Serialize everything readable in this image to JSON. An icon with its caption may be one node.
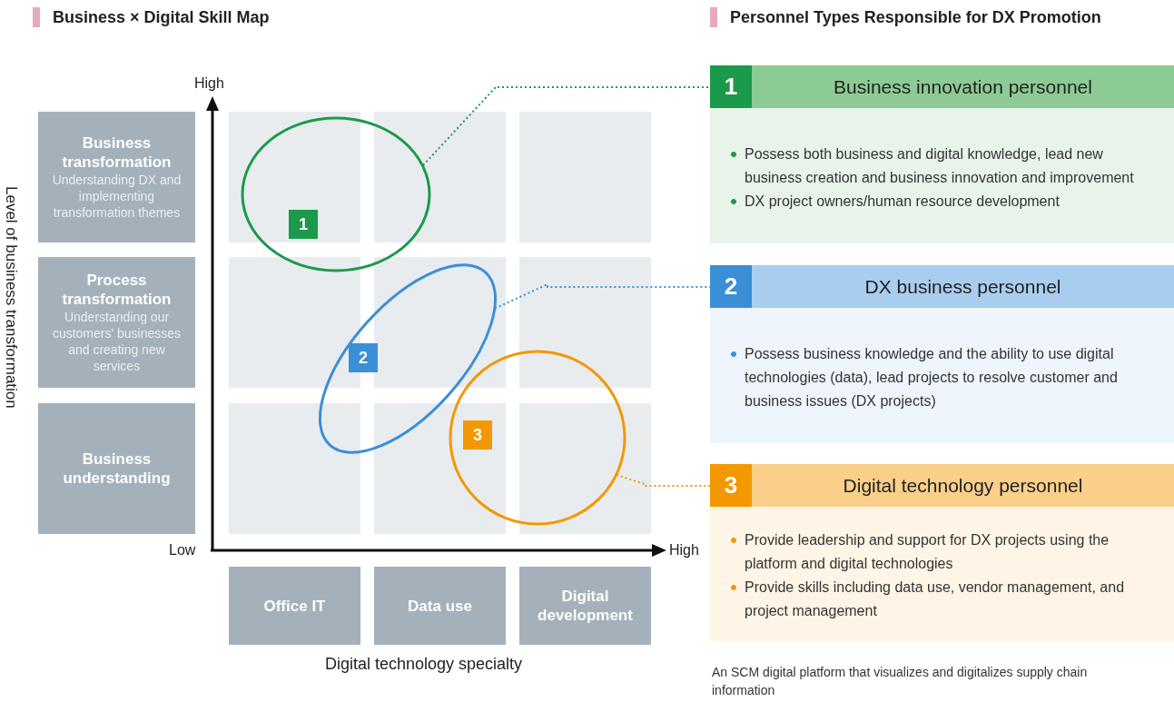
{
  "diagram": {
    "nodes": [
      {
        "text": [
          "Business transformation",
          "Understanding DX and implementing transformation themes"
        ]
      },
      {
        "text": [
          "Process transformation",
          "Understanding our customers' businesses and creating new services"
        ]
      },
      {
        "text": [
          "Business understanding"
        ]
      },
      {
        "text": [
          "1"
        ]
      },
      {
        "text": [
          "2"
        ]
      },
      {
        "text": [
          "3"
        ]
      },
      {
        "text": [
          "Office IT"
        ]
      },
      {
        "text": [
          "Data use"
        ]
      },
      {
        "text": [
          "Digital development"
        ]
      },
      {
        "text": [
          "1",
          "Business innovation personnel",
          "Possess both business and digital knowledge, lead new business creation and business innovation and improvement",
          "DX project owners/human resource development"
        ]
      },
      {
        "text": [
          "2",
          "DX business personnel",
          "Possess business knowledge and the ability to use digital technologies (data), lead projects to resolve customer and business issues (DX projects)"
        ]
      },
      {
        "text": [
          "3",
          "Digital technology personnel",
          "Provide leadership and support for DX projects using the platform and digital technologies",
          "Provide skills including data use, vendor management, and project management"
        ]
      }
    ],
    "edges": [
      {
        "from": 3,
        "to": 9,
        "arrow": "none",
        "style": "dashed",
        "color": "#1a9a4a"
      },
      {
        "from": 4,
        "to": 10,
        "arrow": "none",
        "style": "dashed",
        "color": "#3a8fd6"
      },
      {
        "from": 5,
        "to": 11,
        "arrow": "none",
        "style": "dashed",
        "color": "#f39800"
      }
    ],
    "labels": [
      "Business × Digital Skill Map",
      "Personnel Types Responsible for DX Promotion",
      "High",
      "Level of business transformation",
      "Low",
      "High",
      "Digital technology specialty",
      "An SCM digital platform that visualizes and digitalizes supply chain information"
    ]
  }
}
